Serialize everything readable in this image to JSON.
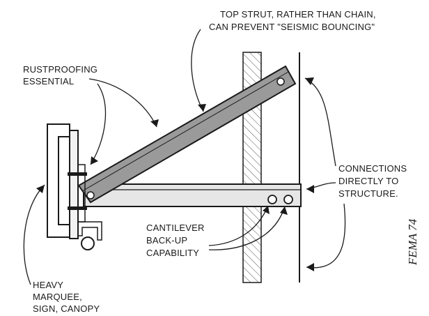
{
  "labels": {
    "top_strut": [
      "TOP STRUT, RATHER THAN CHAIN,",
      "CAN PREVENT \"SEISMIC BOUNCING\""
    ],
    "rustproofing": [
      "RUSTPROOFING",
      "ESSENTIAL"
    ],
    "connections": [
      "CONNECTIONS",
      "DIRECTLY TO",
      "STRUCTURE."
    ],
    "cantilever": [
      "CANTILEVER",
      "BACK-UP",
      "CAPABILITY"
    ],
    "marquee": [
      "HEAVY",
      "MARQUEE,",
      "SIGN, CANOPY"
    ]
  },
  "source": "FEMA 74",
  "colors": {
    "line": "#1a1a1a",
    "strut_fill": "#9a9a9a",
    "beam_fill": "#e6e6e6",
    "hatch": "#555555"
  }
}
